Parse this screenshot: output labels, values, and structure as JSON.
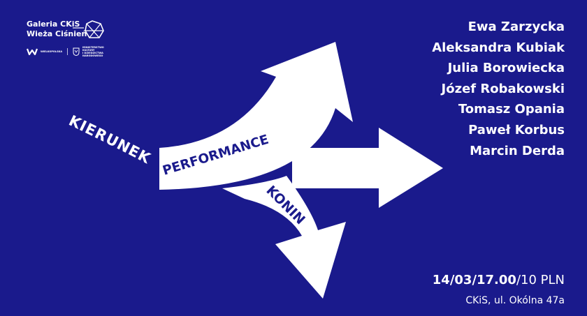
{
  "logo": {
    "line1": "Galeria CKiS",
    "line2": "Wieża Ciśnień",
    "sponsor_label": "WIELKOPOLSKA",
    "sponsor_text": [
      "MINISTERSTWO",
      "KULTURY",
      "I DZIEDZICTWA",
      "NARODOWEGO"
    ]
  },
  "artwork": {
    "word_left": "KIERUNEK",
    "word_box": "PERFORMANCE",
    "word_down": "KONIN"
  },
  "artists": [
    "Ewa Zarzycka",
    "Aleksandra Kubiak",
    "Julia Borowiecka",
    "Józef Robakowski",
    "Tomasz Opania",
    "Paweł Korbus",
    "Marcin Derda"
  ],
  "event": {
    "date_time": "14/03/17.00",
    "price": "/10 PLN",
    "address": "CKiS, ul. Okólna 47a"
  },
  "colors": {
    "background": "#1a1a8c",
    "foreground": "#ffffff"
  }
}
